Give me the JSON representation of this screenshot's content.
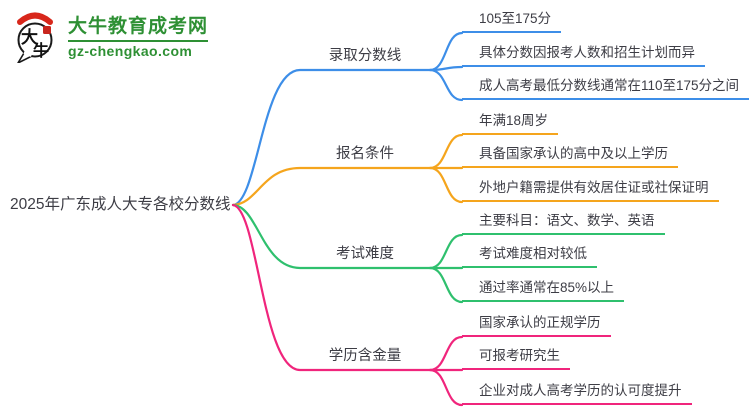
{
  "logo": {
    "icon": "dainiu-speech-bubble-logo",
    "icon_chars": [
      "大",
      "牛"
    ],
    "title": "大牛教育成考网",
    "domain": "gz-chengkao.com",
    "brand_color": "#2e9034",
    "seal_color": "#c8261e"
  },
  "mindmap": {
    "root": {
      "label": "2025年广东成人大专各校分数线"
    },
    "branches": [
      {
        "label": "录取分数线",
        "color": "#3d8ee8",
        "children": [
          "105至175分",
          "具体分数因报考人数和招生计划而异",
          "成人高考最低分数线通常在110至175分之间"
        ]
      },
      {
        "label": "报名条件",
        "color": "#f5a51d",
        "children": [
          "年满18周岁",
          "具备国家承认的高中及以上学历",
          "外地户籍需提供有效居住证或社保证明"
        ]
      },
      {
        "label": "考试难度",
        "color": "#2fc06e",
        "children": [
          "主要科目：语文、数学、英语",
          "考试难度相对较低",
          "通过率通常在85%以上"
        ]
      },
      {
        "label": "学历含金量",
        "color": "#f0257c",
        "children": [
          "国家承认的正规学历",
          "可报考研究生",
          "企业对成人高考学历的认可度提升"
        ]
      }
    ]
  }
}
